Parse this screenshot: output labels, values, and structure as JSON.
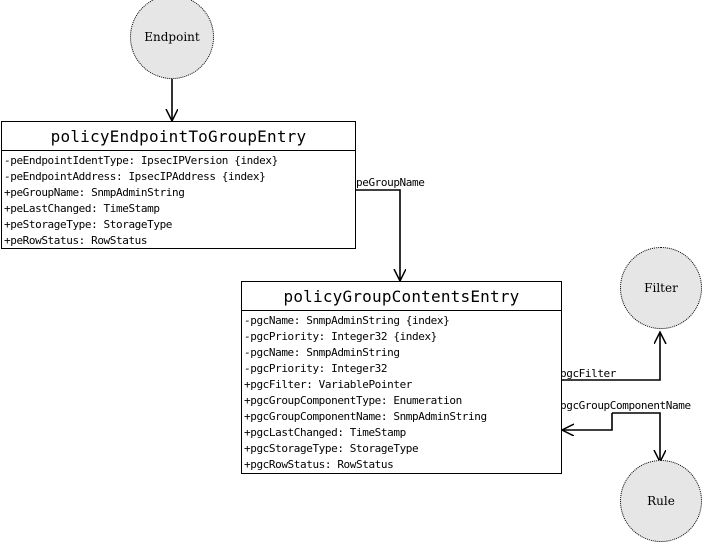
{
  "nodes": {
    "endpoint": "Endpoint",
    "filter": "Filter",
    "rule": "Rule"
  },
  "entities": {
    "endpoint_to_group": {
      "title": "policyEndpointToGroupEntry",
      "attributes": [
        "-peEndpointIdentType: IpsecIPVersion {index}",
        "-peEndpointAddress: IpsecIPAddress {index}",
        "+peGroupName: SnmpAdminString",
        "+peLastChanged: TimeStamp",
        "+peStorageType: StorageType",
        "+peRowStatus: RowStatus"
      ]
    },
    "group_contents": {
      "title": "policyGroupContentsEntry",
      "attributes": [
        "-pgcName: SnmpAdminString {index}",
        "-pgcPriority: Integer32 {index}",
        "-pgcName: SnmpAdminString",
        "-pgcPriority: Integer32",
        "+pgcFilter: VariablePointer",
        "+pgcGroupComponentType: Enumeration",
        "+pgcGroupComponentName: SnmpAdminString",
        "+pgcLastChanged: TimeStamp",
        "+pgcStorageType: StorageType",
        "+pgcRowStatus: RowStatus"
      ]
    }
  },
  "edge_labels": {
    "pe_group_name": "peGroupName",
    "pgc_filter": "pgcFilter",
    "pgc_group_component_name": "pgcGroupComponentName"
  }
}
